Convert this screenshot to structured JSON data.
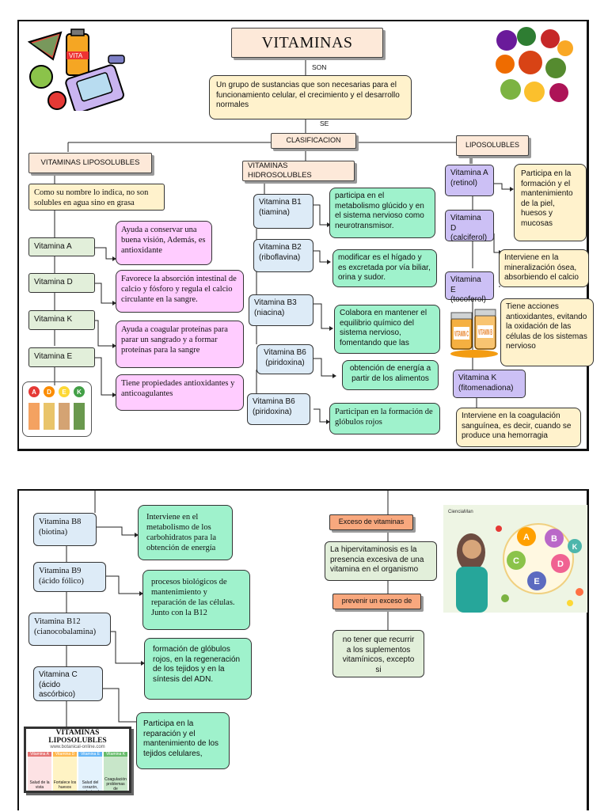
{
  "page1": {
    "title": "VITAMINAS",
    "son_label": "SON",
    "definition": "Un grupo de sustancias que son necesarias para el funcionamiento celular, el crecimiento y el desarrollo normales",
    "se_label": "SE",
    "clasificacion": "CLASIFICACION",
    "lipo_header": "VITAMINAS LIPOSOLUBLES",
    "lipo_desc": "Como su nombre lo indica, no son solubles en agua sino en grasa",
    "lipo_items": [
      {
        "name": "Vitamina A",
        "desc": "Ayuda a conservar una buena visión, Además, es antioxidante"
      },
      {
        "name": "Vitamina D",
        "desc": "Favorece la absorción intestinal de calcio y fósforo y regula el calcio circulante en la sangre."
      },
      {
        "name": "Vitamina K",
        "desc": "Ayuda a coagular proteínas para parar un sangrado y a formar proteínas para la sangre"
      },
      {
        "name": "Vitamina E",
        "desc": "Tiene propiedades antioxidantes y anticoagulantes"
      }
    ],
    "hidro_header": "VITAMINAS HIDROSOLUBLES",
    "hidro_items": [
      {
        "name": "Vitamina B1\n(tiamina)",
        "desc": "participa en el metabolismo glúcido y en el sistema nervioso como neurotransmisor."
      },
      {
        "name": "Vitamina B2\n(riboflavina)",
        "desc": "modificar es el hígado y es excretada por vía biliar, orina y sudor."
      },
      {
        "name": "Vitamina B3\n(niacina)",
        "desc": "Colabora en mantener el equilibrio químico del sistema nervioso, fomentando que las"
      },
      {
        "name": "Vitamina B6\n(piridoxina)",
        "desc": "obtención de energía a partir de los alimentos"
      },
      {
        "name": "Vitamina B6\n(piridoxina)",
        "desc": "Participan en la formación de glóbulos rojos"
      }
    ],
    "lipo2_header": "LIPOSOLUBLES",
    "lipo2_items": [
      {
        "name": "Vitamina A\n(retinol)",
        "desc": "Participa en la formación y el mantenimiento de la piel, huesos y mucosas"
      },
      {
        "name": "Vitamina D\n(calciferol)",
        "desc": "Interviene en la mineralización ósea, absorbiendo el calcio"
      },
      {
        "name": "Vitamina E\n(tocoferol)",
        "desc": "Tiene acciones antioxidantes, evitando la oxidación de las células de los sistemas nervioso"
      },
      {
        "name": "Vitamina K\n(fitomenadiona)",
        "desc": "Interviene en la coagulación sanguínea, es decir, cuando se produce una hemorragia"
      }
    ],
    "bottle_label": "VITA",
    "abc_letters": [
      "A",
      "D",
      "E",
      "K"
    ],
    "jar_labels": [
      "VITAMIN C",
      "VITAMIN B"
    ]
  },
  "page2": {
    "items": [
      {
        "name": "Vitamina B8\n(biotina)",
        "desc": "Interviene en el metabolismo de los carbohidratos para la obtención de energía"
      },
      {
        "name": "Vitamina B9\n(ácido fólico)",
        "desc": "procesos biológicos de mantenimiento y reparación de las células. Junto con la B12"
      },
      {
        "name": "Vitamina B12\n(cianocobalamina)",
        "desc": "formación de glóbulos rojos, en la regeneración de los tejidos y en la síntesis del ADN."
      },
      {
        "name": "Vitamina C\n(ácido ascórbico)",
        "desc": "Participa en la reparación y el mantenimiento de los tejidos celulares,"
      }
    ],
    "exceso_header": "Exceso de vitaminas",
    "exceso_desc": "La hipervitaminosis es la presencia excesiva de una vitamina en el organismo",
    "prevenir_header": "prevenir un exceso de",
    "prevenir_desc": "no tener que recurrir a los suplementos vitamínicos, excepto si",
    "poster_title": "VITAMINAS LIPOSOLUBLES",
    "poster_site": "www.botanical-online.com",
    "poster_cols": [
      "Vitamina A",
      "Vitamina D",
      "Vitamina E",
      "Vitamina K"
    ],
    "poster_captions": [
      "Salud de la vista",
      "Fortalece los huesos",
      "Salud del corazón, colesterol",
      "Coagulación problemas de circulación"
    ],
    "circle_brand": "CienciaMan",
    "circle_letters": [
      "A",
      "B",
      "C",
      "D",
      "E",
      "K"
    ]
  }
}
